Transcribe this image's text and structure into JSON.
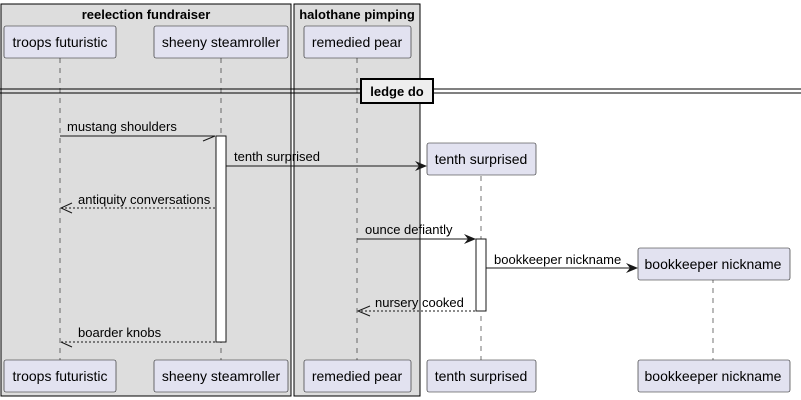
{
  "groups": [
    {
      "label": "reelection fundraiser"
    },
    {
      "label": "halothane pimping"
    }
  ],
  "participants": [
    {
      "label": "troops futuristic"
    },
    {
      "label": "sheeny steamroller"
    },
    {
      "label": "remedied pear"
    },
    {
      "label": "tenth surprised"
    },
    {
      "label": "bookkeeper nickname"
    }
  ],
  "divider": {
    "label": "ledge do"
  },
  "messages": [
    {
      "label": "mustang shoulders",
      "from": "troops futuristic",
      "to": "sheeny steamroller",
      "style": "solid-half"
    },
    {
      "label": "tenth surprised",
      "from": "sheeny steamroller",
      "to": "tenth surprised",
      "style": "create"
    },
    {
      "label": "antiquity conversations",
      "from": "sheeny steamroller",
      "to": "troops futuristic",
      "style": "dashed"
    },
    {
      "label": "ounce defiantly",
      "from": "remedied pear",
      "to": "tenth surprised",
      "style": "solid"
    },
    {
      "label": "bookkeeper nickname",
      "from": "tenth surprised",
      "to": "bookkeeper nickname",
      "style": "create"
    },
    {
      "label": "nursery cooked",
      "from": "tenth surprised",
      "to": "remedied pear",
      "style": "dashed"
    },
    {
      "label": "boarder knobs",
      "from": "sheeny steamroller",
      "to": "troops futuristic",
      "style": "dashed-half"
    }
  ]
}
